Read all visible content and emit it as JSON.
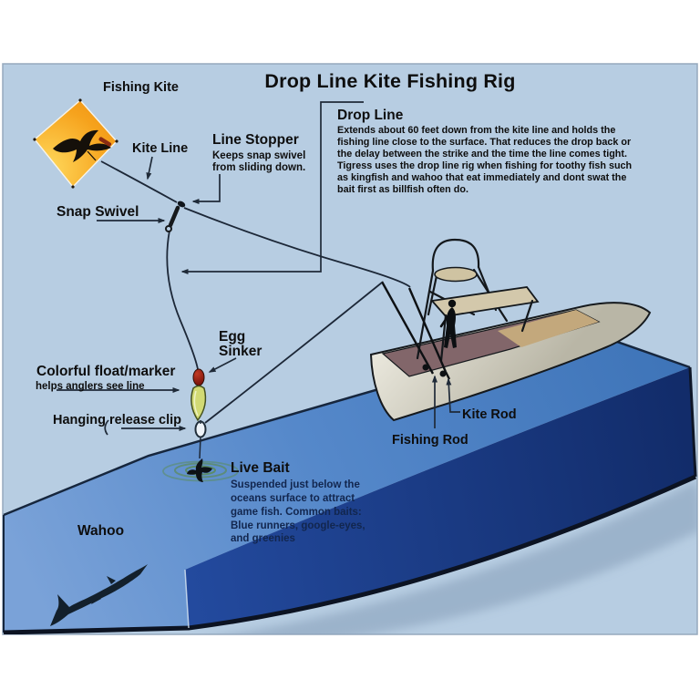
{
  "title": "Drop Line Kite Fishing Rig",
  "kite": {
    "label": "Fishing Kite"
  },
  "kite_line": {
    "label": "Kite Line"
  },
  "line_stopper": {
    "heading": "Line Stopper",
    "desc_lines": [
      "Keeps snap swivel",
      "from sliding down."
    ]
  },
  "snap_swivel": {
    "label": "Snap Swivel"
  },
  "drop_line": {
    "heading": "Drop Line",
    "desc_lines": [
      "Extends about 60 feet down from the kite line and holds the",
      "fishing line close to the surface. That reduces the drop back or",
      "the delay between the strike and the time the line comes tight.",
      "Tigress uses the drop line rig when fishing for toothy fish such",
      "as kingfish and wahoo that eat immediately and dont swat the",
      "bait first as billfish often do."
    ]
  },
  "egg_sinker": {
    "label_lines": [
      "Egg",
      "Sinker"
    ]
  },
  "float_marker": {
    "heading": "Colorful float/marker",
    "subtext": "helps anglers see line"
  },
  "release_clip": {
    "label": "Hanging release clip"
  },
  "live_bait": {
    "heading": "Live Bait",
    "desc_lines": [
      "Suspended just below the",
      "oceans surface to attract",
      "game fish. Common baits:",
      "Blue runners, google-eyes,",
      "and greenies"
    ]
  },
  "wahoo": {
    "label": "Wahoo"
  },
  "boat": {
    "kite_rod_label": "Kite Rod",
    "fishing_rod_label": "Fishing Rod"
  },
  "colors": {
    "panel_background": "#b7cde2",
    "water_surface": "#5187c9",
    "water_front_face": "#1c3c8c",
    "kite_orange": "#f2991c",
    "egg_sinker_red": "#8e1b10",
    "float_yellow_green": "#d2da74",
    "ripple_green": "#5a8b4f",
    "label_text": "#0e0e0e",
    "live_bait_text": "#12264e"
  }
}
